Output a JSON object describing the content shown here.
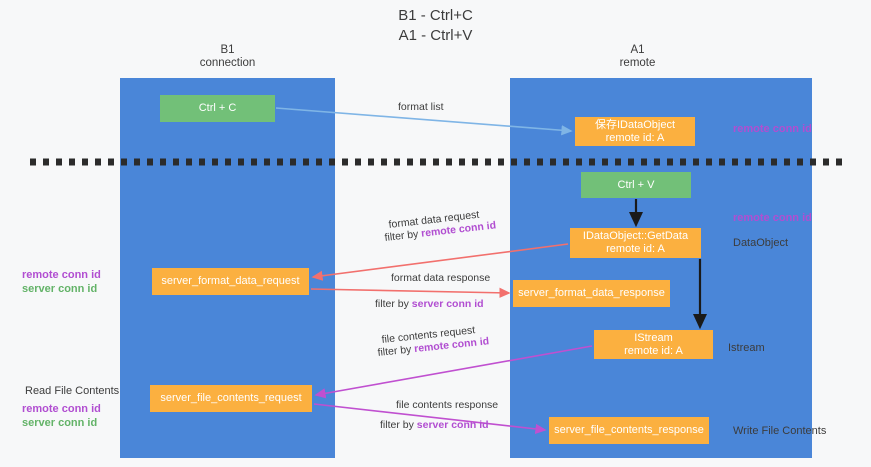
{
  "title": {
    "line1": "B1 - Ctrl+C",
    "line2": "A1 - Ctrl+V"
  },
  "lanes": [
    {
      "id": "b1",
      "name": "B1",
      "subtitle": "connection",
      "color": "#4a86d8"
    },
    {
      "id": "a1",
      "name": "A1",
      "subtitle": "remote",
      "color": "#4a86d8"
    }
  ],
  "boxes": {
    "ctrl_c": "Ctrl + C",
    "ctrl_v": "Ctrl + V",
    "idataobject_line1": "保存IDataObject",
    "idataobject_line2": "remote id: A",
    "getdata_line1": "IDataObject::GetData",
    "getdata_line2": "remote id: A",
    "server_format_data_request": "server_format_data_request",
    "server_format_data_response": "server_format_data_response",
    "istream_line1": "IStream",
    "istream_line2": "remote id: A",
    "server_file_contents_request": "server_file_contents_request",
    "server_file_contents_response": "server_file_contents_response"
  },
  "arrow_labels": {
    "format_list": "format list",
    "format_data_request": "format data request",
    "format_data_request_filter_prefix": "filter by ",
    "format_data_request_filter_key": "remote conn id",
    "format_data_response": "format data response",
    "format_data_response_filter_prefix": "filter by ",
    "format_data_response_filter_key": "server conn id",
    "file_contents_request": "file contents request",
    "file_contents_request_filter_prefix": "filter by ",
    "file_contents_request_filter_key": "remote conn id",
    "file_contents_response": "file contents response",
    "file_contents_response_filter_prefix": "filter by ",
    "file_contents_response_filter_key": "server conn id"
  },
  "side_labels": {
    "remote_conn_id_top": "remote conn id",
    "remote_conn_id_mid": "remote conn id",
    "dataobject": "DataObject",
    "istream": "Istream",
    "write_file_contents": "Write File Contents",
    "read_file_contents": "Read File Contents",
    "left_remote_conn_id_1": "remote conn id",
    "left_server_conn_id_1": "server conn id",
    "left_remote_conn_id_2": "remote conn id",
    "left_server_conn_id_2": "server conn id"
  },
  "colors": {
    "lane": "#4a86d8",
    "green_box": "#72c078",
    "orange_box": "#fbb040",
    "purple_text": "#b14ed1",
    "green_text": "#63b368",
    "red_arrow": "#f2706d",
    "magenta_arrow": "#c050d0",
    "blue_arrow": "#7fb5e6",
    "black_arrow": "#1a1a1a",
    "background": "#f7f8f9"
  }
}
